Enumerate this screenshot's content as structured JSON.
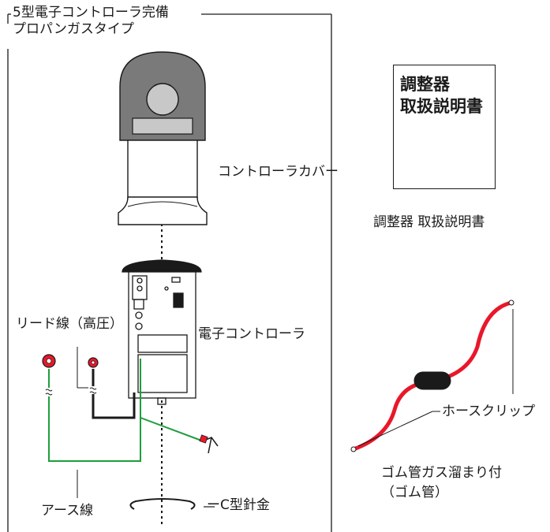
{
  "title": {
    "line1": "5型電子コントローラ完備",
    "line2": "プロパンガスタイプ"
  },
  "labels": {
    "controller_cover": "コントローラカバー",
    "electronic_controller": "電子コントローラ",
    "lead_wire": "リード線（高圧）",
    "earth_wire": "アース線",
    "c_wire": "ーC型針金",
    "regulator_manual": "調整器  取扱説明書",
    "hose_clip": "ホースクリップ",
    "rubber_hose_line1": "ゴム管ガス溜まり付",
    "rubber_hose_line2": "（ゴム管）"
  },
  "manual_book": {
    "line1": "調整器",
    "line2": "取扱説明書"
  },
  "colors": {
    "line": "#1a1a1a",
    "earth_wire": "#1e9e3c",
    "hose": "#e8182a",
    "terminal": "#e8182a",
    "cover_top": "#7a7a7a",
    "cover_window": "#c8c8c8"
  }
}
